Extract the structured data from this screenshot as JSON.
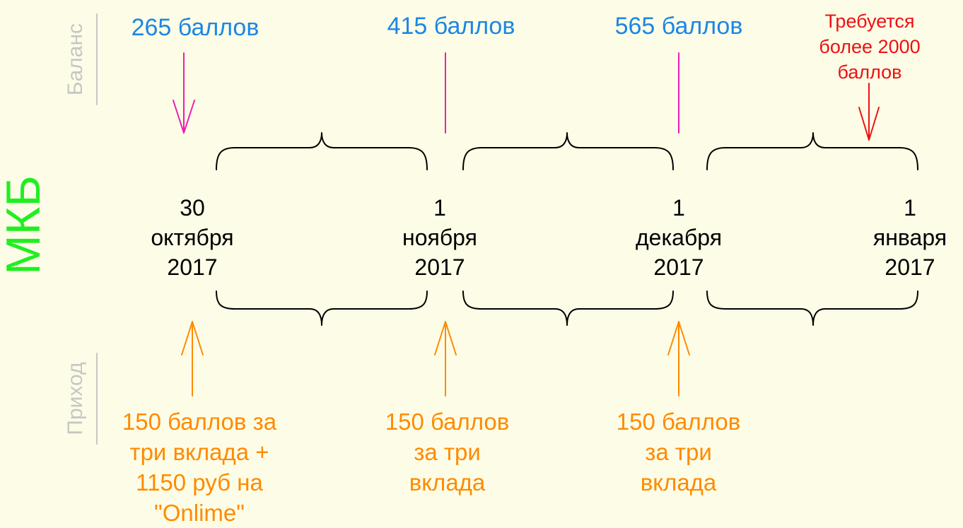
{
  "title": "МКБ",
  "labels": {
    "balance": "Баланс",
    "income": "Приход"
  },
  "colors": {
    "balance_text": "#1c86e6",
    "balance_line": "#ee1cb3",
    "required": "#ee1111",
    "income": "#ff8a00",
    "title": "#21ee21",
    "side_label": "#c6c6c6",
    "background": "#fdfde7"
  },
  "balances": [
    "265 баллов",
    "415 баллов",
    "565 баллов"
  ],
  "required_note": "Требуется\nболее 2000\nбаллов",
  "dates": [
    "30\nоктября\n2017",
    "1\nноября\n2017",
    "1\nдекабря\n2017",
    "1\nянваря\n2017"
  ],
  "incomes": [
    "150 баллов за\nтри вклада +\n1150 руб на\n\"Onlime\"",
    "150 баллов\nза три\nвклада",
    "150 баллов\nза три\nвклада"
  ]
}
